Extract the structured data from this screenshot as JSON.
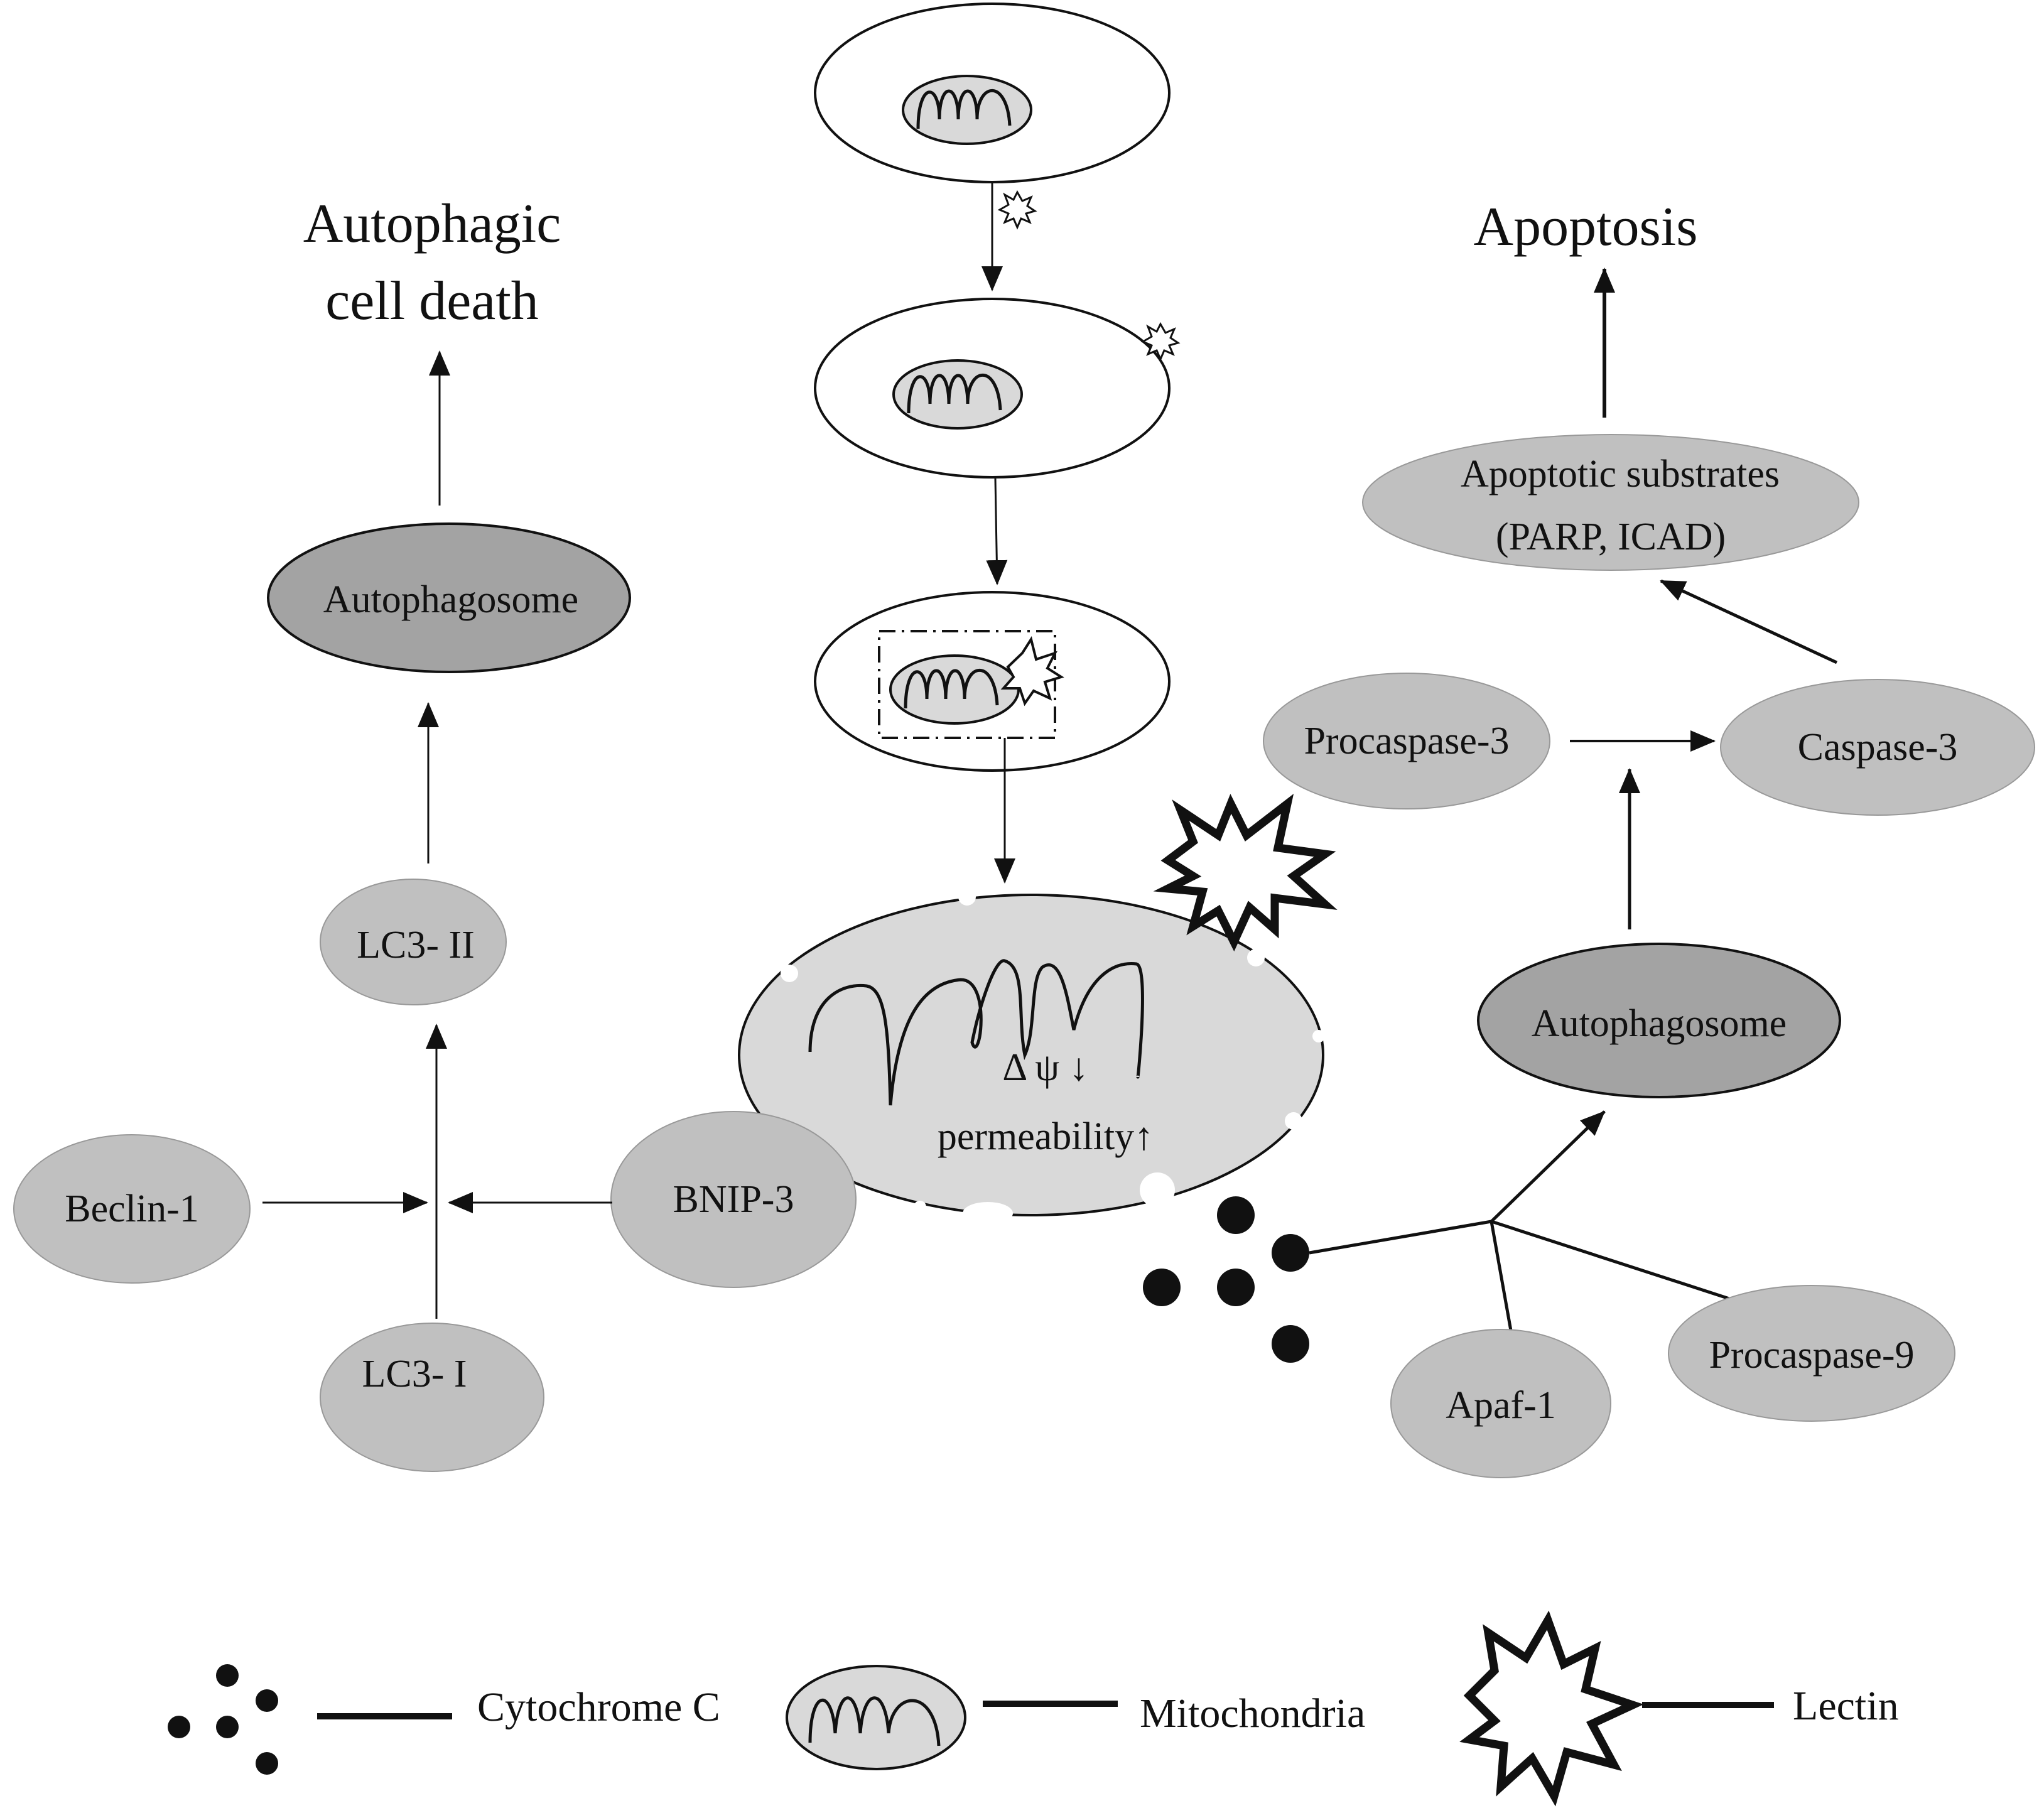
{
  "outcomes": {
    "autophagic_line1": "Autophagic",
    "autophagic_line2": "cell death",
    "apoptosis": "Apoptosis"
  },
  "nodes": {
    "autophagosome_left": "Autophagosome",
    "lc3_ii": "LC3- II",
    "lc3_i": "LC3- I",
    "beclin1": "Beclin-1",
    "bnip3": "BNIP-3",
    "apoptotic_substrates_line1": "Apoptotic substrates",
    "apoptotic_substrates_line2": "(PARP, ICAD)",
    "procaspase3": "Procaspase-3",
    "caspase3": "Caspase-3",
    "autophagosome_right": "Autophagosome",
    "apaf1": "Apaf-1",
    "procaspase9": "Procaspase-9"
  },
  "mitochondrion": {
    "delta_psi": "Δ ψ ↓",
    "permeability": "permeability↑"
  },
  "legend": {
    "cytochrome_c": "Cytochrome C",
    "mitochondria": "Mitochondria",
    "lectin": "Lectin"
  },
  "colors": {
    "node_fill": "#c0c0c0",
    "autophagosome_fill": "#a3a3a3",
    "mitochondrion_fill": "#d9d9d9",
    "line": "#111111"
  }
}
